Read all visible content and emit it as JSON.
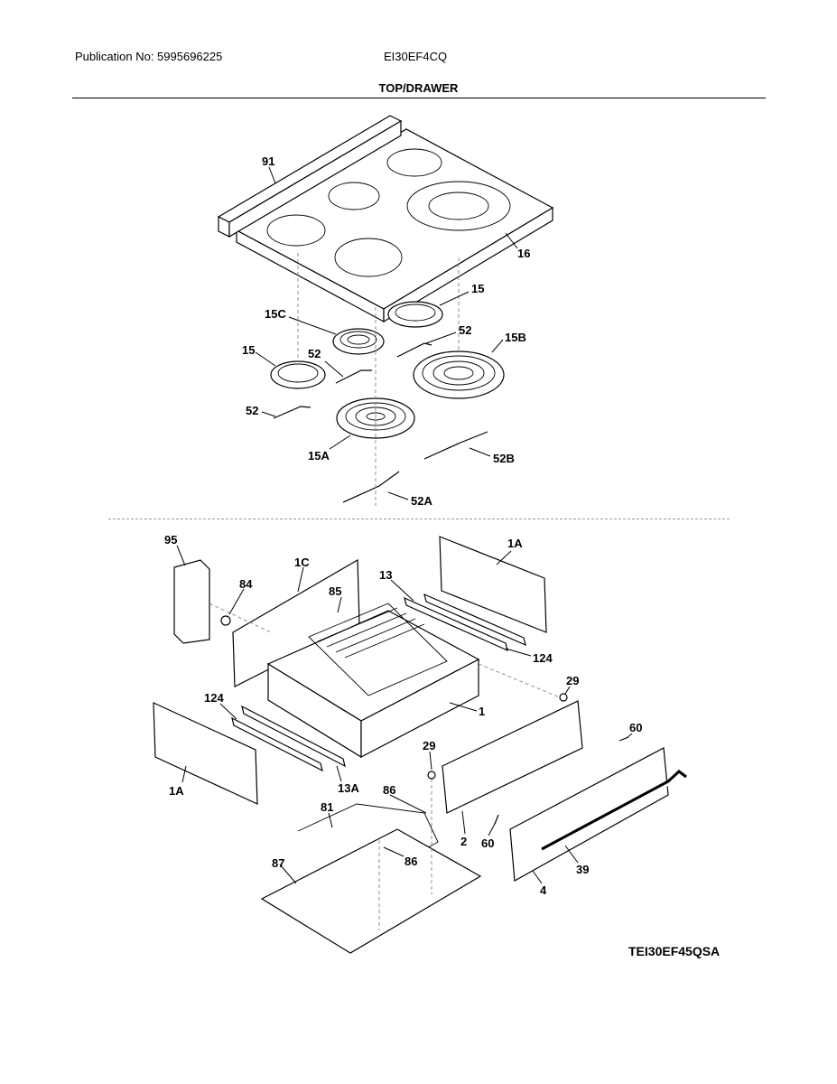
{
  "header": {
    "publication": "Publication No: 5995696225",
    "model": "EI30EF4CQ",
    "section_title": "TOP/DRAWER"
  },
  "figure_code": "TEI30EF45QSA",
  "callouts": [
    {
      "id": "c-91",
      "text": "91"
    },
    {
      "id": "c-16",
      "text": "16"
    },
    {
      "id": "c-15-a",
      "text": "15"
    },
    {
      "id": "c-15c",
      "text": "15C"
    },
    {
      "id": "c-52-a",
      "text": "52"
    },
    {
      "id": "c-15b",
      "text": "15B"
    },
    {
      "id": "c-15-b",
      "text": "15"
    },
    {
      "id": "c-52-b",
      "text": "52"
    },
    {
      "id": "c-52-c",
      "text": "52"
    },
    {
      "id": "c-15a",
      "text": "15A"
    },
    {
      "id": "c-52b",
      "text": "52B"
    },
    {
      "id": "c-52a",
      "text": "52A"
    },
    {
      "id": "c-95",
      "text": "95"
    },
    {
      "id": "c-84",
      "text": "84"
    },
    {
      "id": "c-1c",
      "text": "1C"
    },
    {
      "id": "c-85",
      "text": "85"
    },
    {
      "id": "c-13",
      "text": "13"
    },
    {
      "id": "c-1a-a",
      "text": "1A"
    },
    {
      "id": "c-124-a",
      "text": "124"
    },
    {
      "id": "c-29-a",
      "text": "29"
    },
    {
      "id": "c-124-b",
      "text": "124"
    },
    {
      "id": "c-1",
      "text": "1"
    },
    {
      "id": "c-60-a",
      "text": "60"
    },
    {
      "id": "c-29-b",
      "text": "29"
    },
    {
      "id": "c-13a",
      "text": "13A"
    },
    {
      "id": "c-1a-b",
      "text": "1A"
    },
    {
      "id": "c-86-a",
      "text": "86"
    },
    {
      "id": "c-81",
      "text": "81"
    },
    {
      "id": "c-2",
      "text": "2"
    },
    {
      "id": "c-60-b",
      "text": "60"
    },
    {
      "id": "c-86-b",
      "text": "86"
    },
    {
      "id": "c-87",
      "text": "87"
    },
    {
      "id": "c-39",
      "text": "39"
    },
    {
      "id": "c-4",
      "text": "4"
    }
  ]
}
